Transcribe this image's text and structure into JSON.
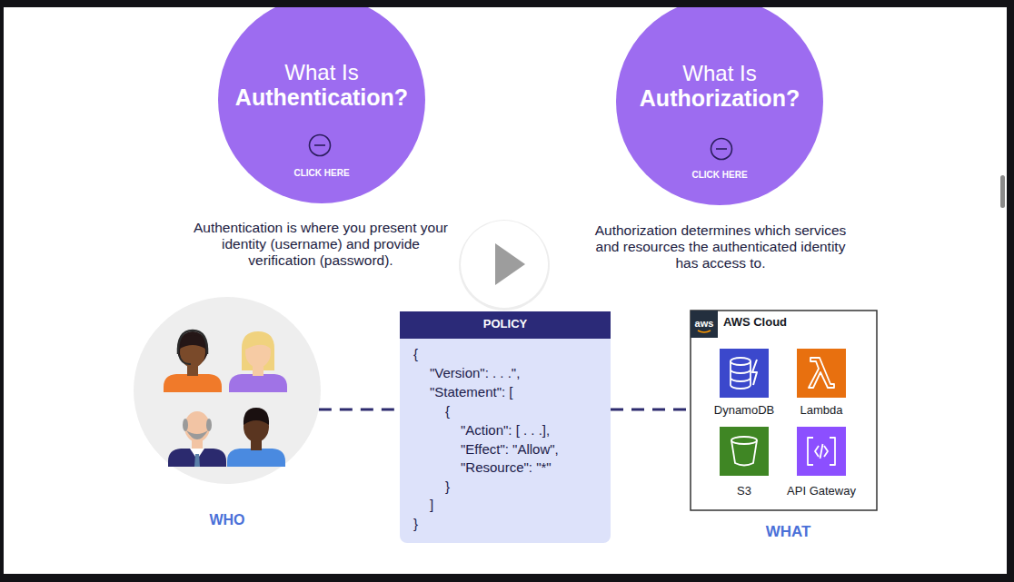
{
  "diagram": {
    "nodes": [
      {
        "text": [
          "What Is",
          "Authentication?",
          "CLICK HERE"
        ]
      },
      {
        "text": [
          "What Is",
          "Authorization?",
          "CLICK HERE"
        ]
      },
      {
        "text": [
          "WHO"
        ]
      },
      {
        "text": [
          "POLICY",
          "{",
          "\"Version\": . . .\",",
          "\"Statement\": [",
          "{",
          "\"Action\": [ . . .],",
          "\"Effect\": \"Allow\",",
          "\"Resource\": \"*\"",
          "}",
          "]",
          "}"
        ]
      },
      {
        "text": [
          "aws",
          "AWS Cloud",
          "WHAT"
        ]
      },
      {
        "text": [
          "DynamoDB"
        ],
        "in": 4
      },
      {
        "text": [
          "Lambda"
        ],
        "in": 4
      },
      {
        "text": [
          "S3"
        ],
        "in": 4
      },
      {
        "text": [
          "API Gateway"
        ],
        "in": 4
      }
    ],
    "edges": [
      {
        "from": 2,
        "to": 3,
        "arrow": "none"
      },
      {
        "from": 3,
        "to": 4,
        "arrow": "none"
      }
    ],
    "labels": [
      "Authentication is where you present your identity (username) and provide verification (password).",
      "Authorization determines which services and resources the authenticated identity has access to."
    ]
  }
}
